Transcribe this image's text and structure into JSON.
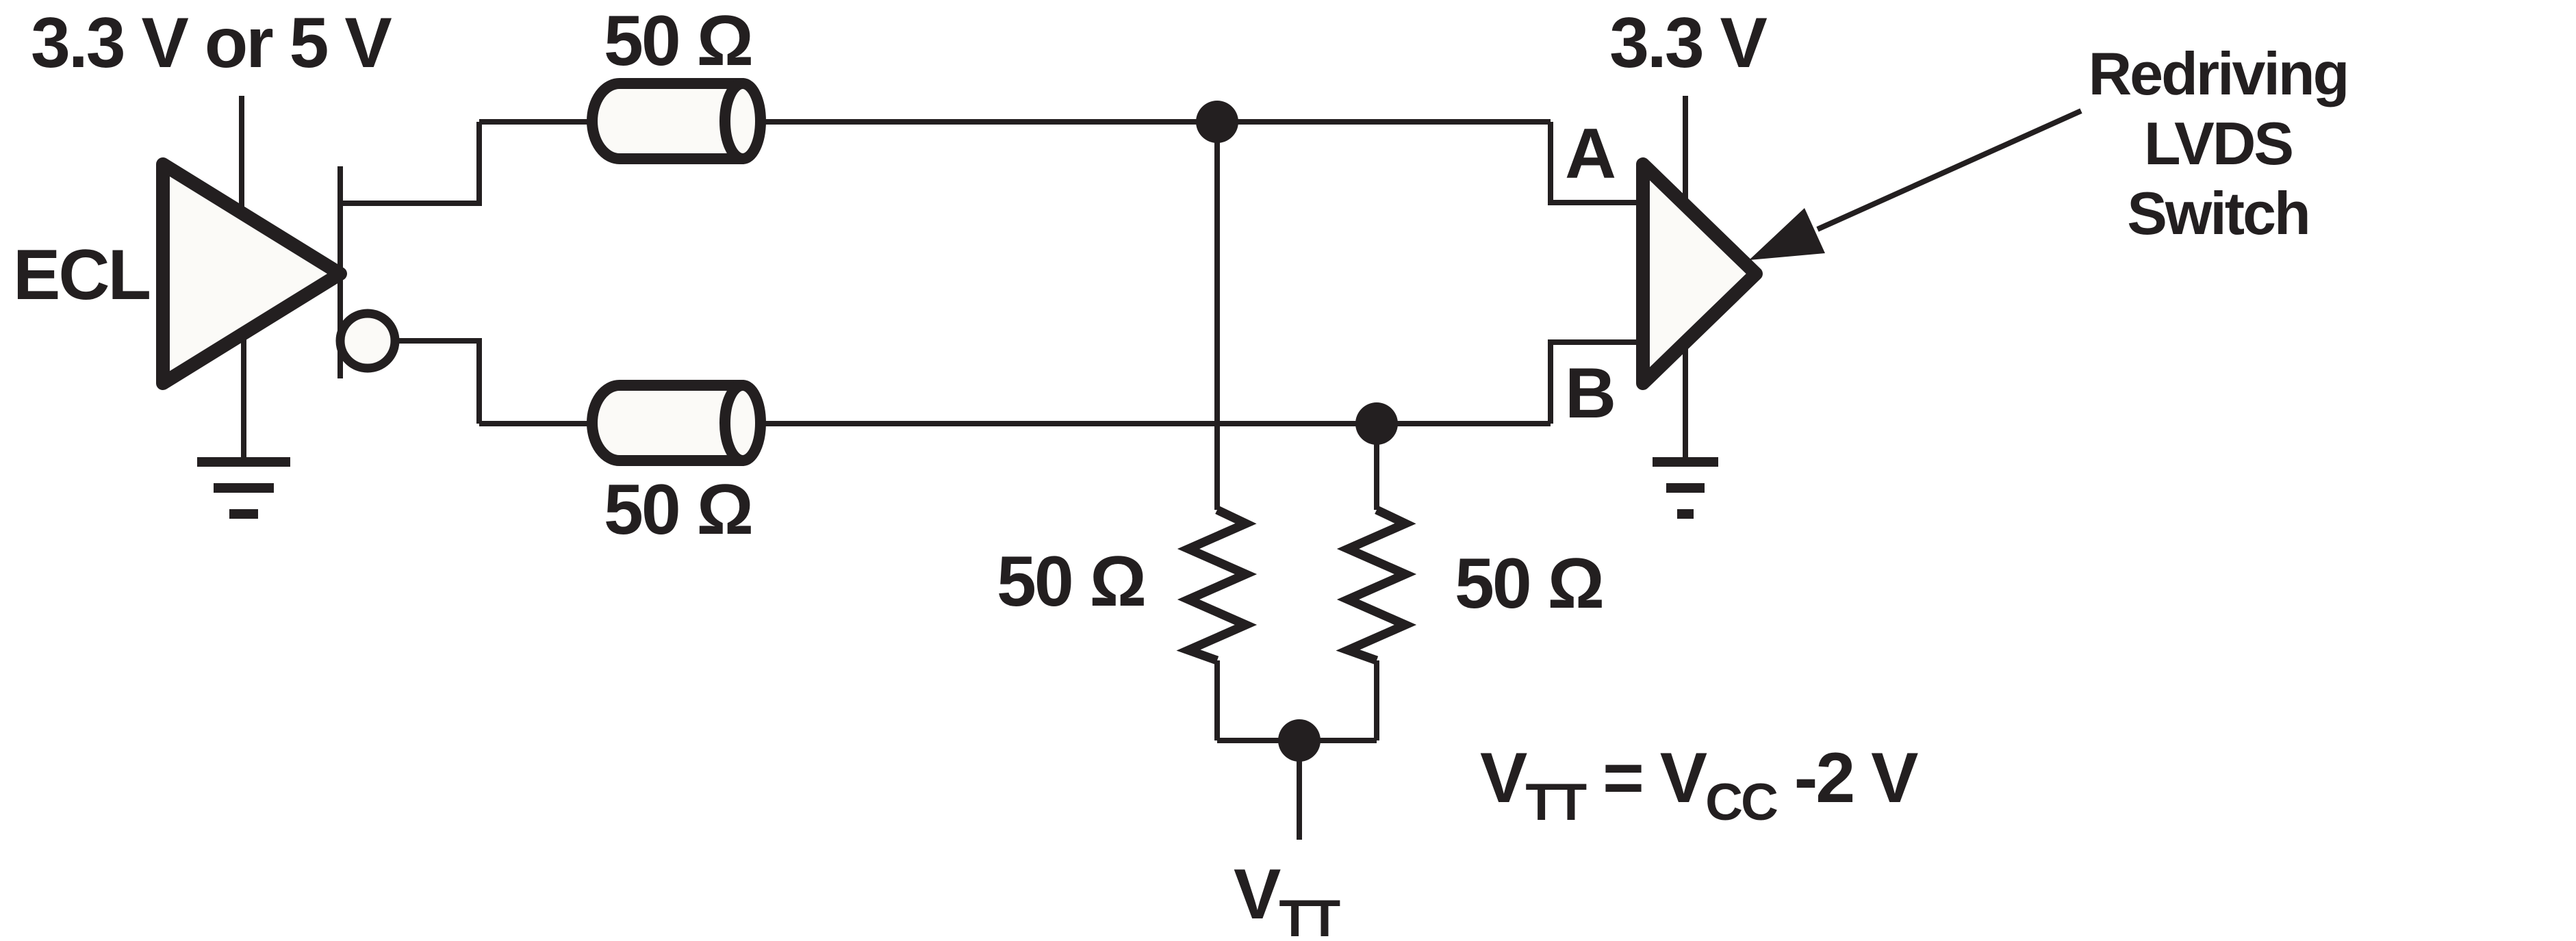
{
  "colors": {
    "ink": "#231f20",
    "paper": "#ffffff",
    "symbol-fill": "#fbfaf7"
  },
  "labels": {
    "left_supply": "3.3 V or 5 V",
    "driver": "ECL",
    "tline_top": "50 Ω",
    "tline_bottom": "50 Ω",
    "res_left": "50 Ω",
    "res_right": "50 Ω",
    "input_a": "A",
    "input_b": "B",
    "right_supply": "3.3 V",
    "note_line1": "Redriving",
    "note_line2": "LVDS",
    "note_line3": "Switch"
  },
  "equation": {
    "p1": "V",
    "s1": "TT",
    "p2": " = V",
    "s2": "CC",
    "p3": " -2 V"
  },
  "vtt": {
    "p": "V",
    "s": "TT"
  }
}
